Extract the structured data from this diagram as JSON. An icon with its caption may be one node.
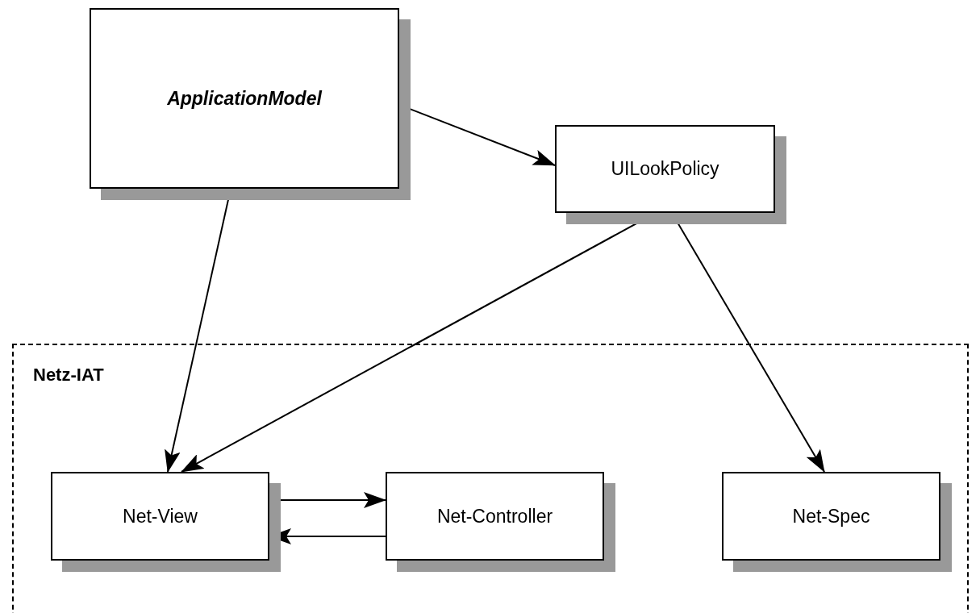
{
  "diagram": {
    "nodes": [
      {
        "text": [
          "ApplicationModel"
        ]
      },
      {
        "text": [
          "UILookPolicy"
        ]
      },
      {
        "text": [
          "Netz-IAT"
        ]
      },
      {
        "text": [
          "Net-View"
        ],
        "in": 2
      },
      {
        "text": [
          "Net-Controller"
        ],
        "in": 2
      },
      {
        "text": [
          "Net-Spec"
        ],
        "in": 2
      }
    ],
    "edges": [
      {
        "from": 0,
        "to": 1,
        "arrow": "to"
      },
      {
        "from": 0,
        "to": 3,
        "arrow": "to"
      },
      {
        "from": 1,
        "to": 3,
        "arrow": "to"
      },
      {
        "from": 1,
        "to": 5,
        "arrow": "to"
      },
      {
        "from": 3,
        "to": 4,
        "arrow": "to"
      },
      {
        "from": 4,
        "to": 3,
        "arrow": "to"
      }
    ]
  }
}
